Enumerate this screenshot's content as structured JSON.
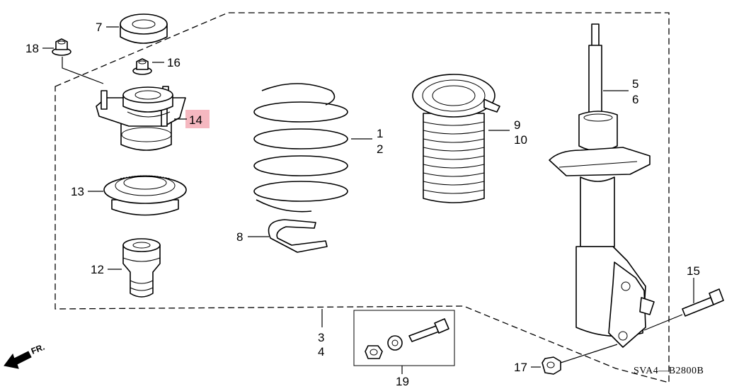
{
  "labels": {
    "p1": "1",
    "p2": "2",
    "p3": "3",
    "p4": "4",
    "p5": "5",
    "p6": "6",
    "p7": "7",
    "p8": "8",
    "p9": "9",
    "p10": "10",
    "p12": "12",
    "p13": "13",
    "p14": "14",
    "p15": "15",
    "p16": "16",
    "p17": "17",
    "p18": "18",
    "p19": "19"
  },
  "direction_label": "FR.",
  "diagram_code": "SVA4—B2800B",
  "colors": {
    "highlight": "#f5b8c0"
  }
}
